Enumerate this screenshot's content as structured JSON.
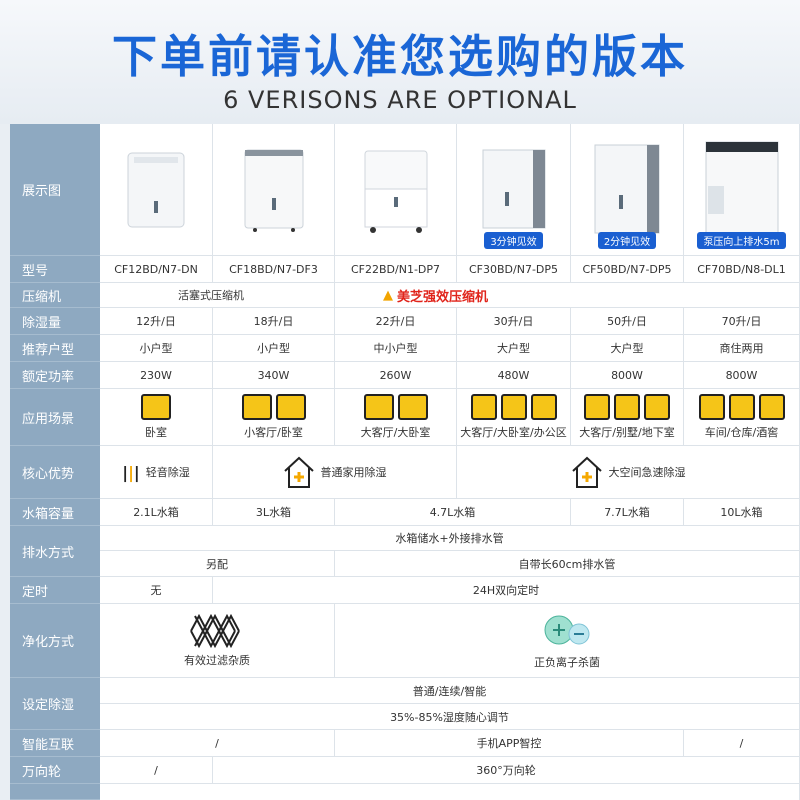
{
  "header": {
    "title": "下单前请认准您选购的版本",
    "subtitle": "6 VERISONS ARE OPTIONAL"
  },
  "rows": {
    "image": "展示图",
    "model": "型号",
    "compressor": "压缩机",
    "capacity": "除湿量",
    "room": "推荐户型",
    "power": "额定功率",
    "scene": "应用场景",
    "core": "核心优势",
    "tank": "水箱容量",
    "drain": "排水方式",
    "timer": "定时",
    "purify": "净化方式",
    "humidity": "设定除湿",
    "smart": "智能互联",
    "wheel": "万向轮"
  },
  "products": [
    {
      "model": "CF12BD/N7-DN",
      "capacity": "12升/日",
      "room": "小户型",
      "power": "230W",
      "scene": "卧室",
      "badge": ""
    },
    {
      "model": "CF18BD/N7-DF3",
      "capacity": "18升/日",
      "room": "小户型",
      "power": "340W",
      "scene": "小客厅/卧室",
      "badge": ""
    },
    {
      "model": "CF22BD/N1-DP7",
      "capacity": "22升/日",
      "room": "中小户型",
      "power": "260W",
      "scene": "大客厅/大卧室",
      "badge": ""
    },
    {
      "model": "CF30BD/N7-DP5",
      "capacity": "30升/日",
      "room": "大户型",
      "power": "480W",
      "scene": "大客厅/大卧室/办公区",
      "badge": "3分钟见效"
    },
    {
      "model": "CF50BD/N7-DP5",
      "capacity": "50升/日",
      "room": "大户型",
      "power": "800W",
      "scene": "大客厅/别墅/地下室",
      "badge": "2分钟见效"
    },
    {
      "model": "CF70BD/N8-DL1",
      "capacity": "70升/日",
      "room": "商住两用",
      "power": "800W",
      "scene": "车间/仓库/酒窖",
      "badge": "泵压向上排水5m"
    }
  ],
  "compressor": {
    "left": "活塞式压缩机",
    "right": "美芝强效压缩机"
  },
  "core": {
    "a": "轻音除湿",
    "b": "普通家用除湿",
    "c": "大空间急速除湿"
  },
  "tank": {
    "a": "2.1L水箱",
    "b": "3L水箱",
    "c": "4.7L水箱",
    "d": "7.7L水箱",
    "e": "10L水箱"
  },
  "drain": {
    "all": "水箱储水+外接排水管",
    "a": "另配",
    "b": "自带长60cm排水管"
  },
  "timer": {
    "a": "无",
    "b": "24H双向定时"
  },
  "purify": {
    "a": "有效过滤杂质",
    "b": "正负离子杀菌"
  },
  "humidity": {
    "a": "普通/连续/智能",
    "b": "35%-85%湿度随心调节"
  },
  "smart": {
    "a": "/",
    "b": "手机APP智控",
    "c": "/"
  },
  "wheel": {
    "a": "/",
    "b": "360°万向轮"
  },
  "colors": {
    "accent": "#1a66d6",
    "label_bg": "#8ea9c1",
    "red": "#e0241b"
  }
}
